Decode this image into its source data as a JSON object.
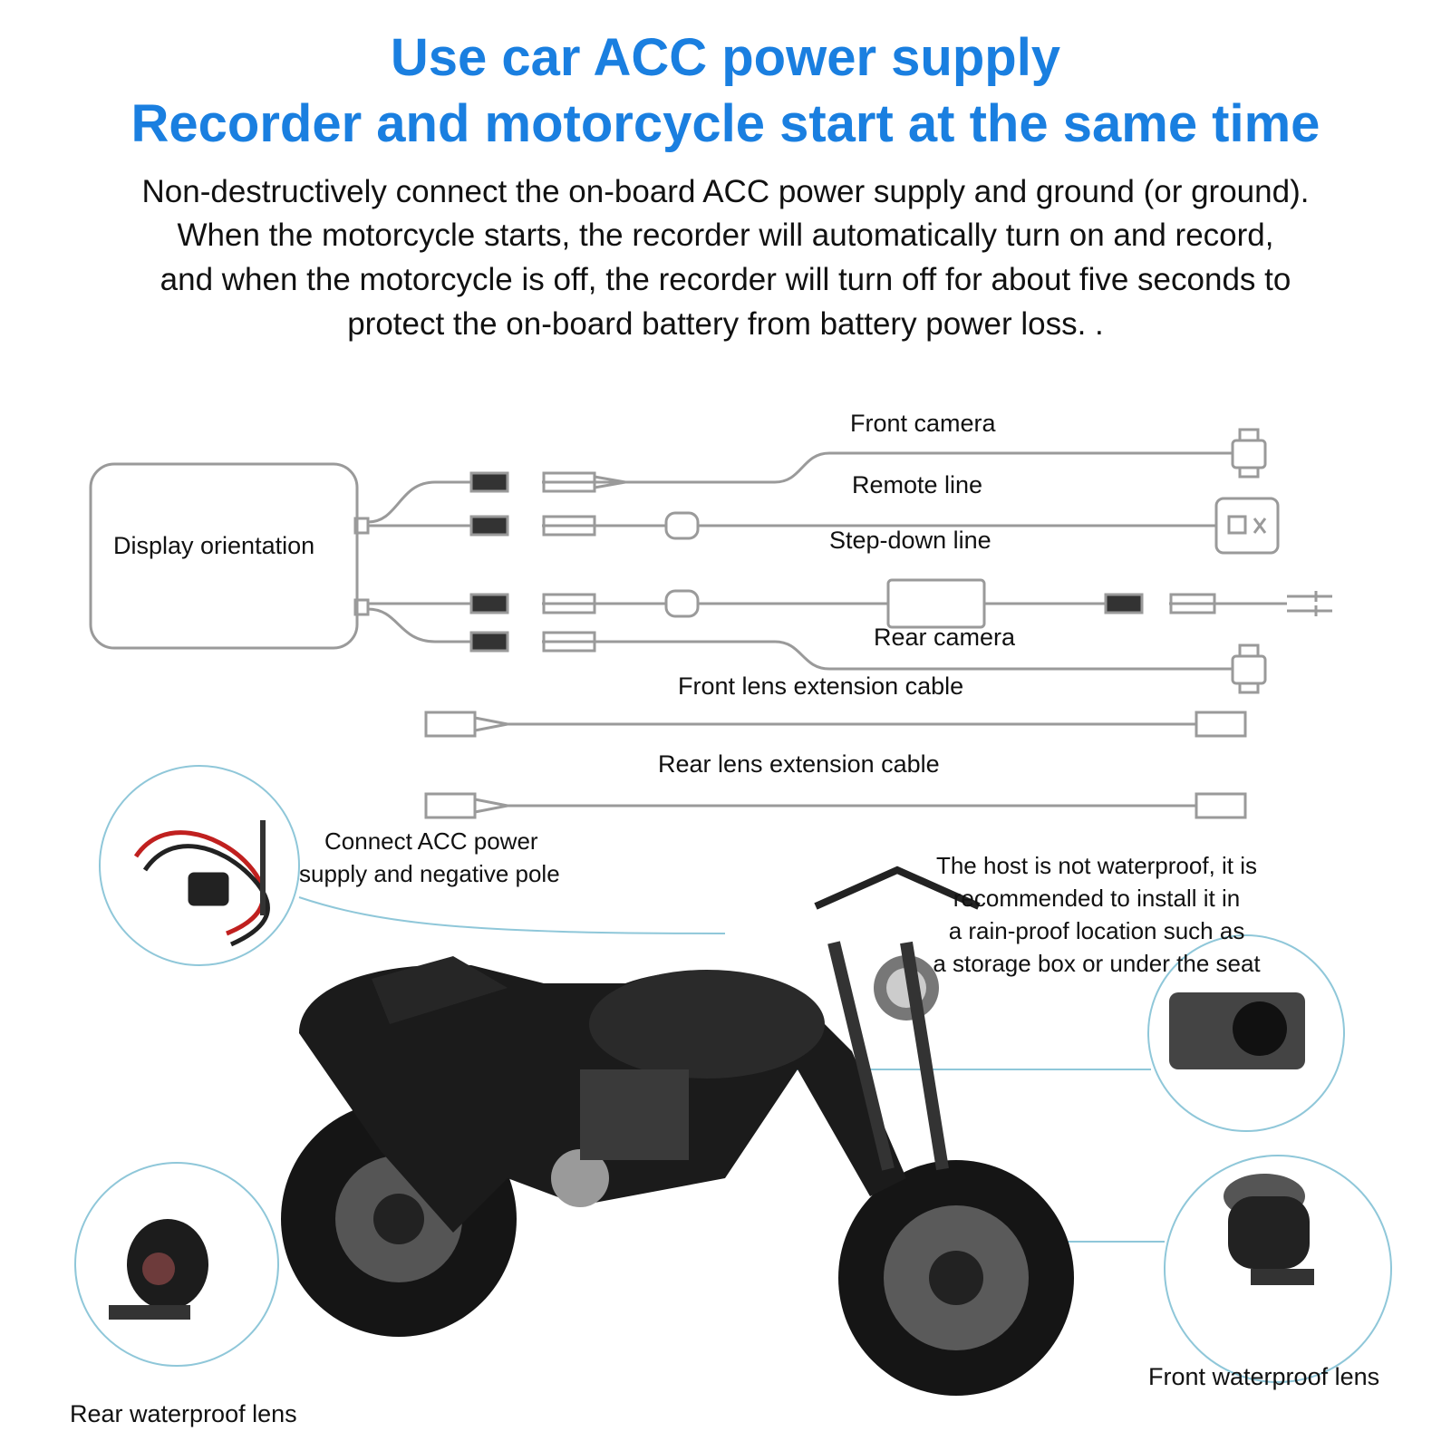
{
  "header": {
    "title_line1": "Use car ACC power supply",
    "title_line2": "Recorder and motorcycle start at the same time",
    "desc_lines": [
      "Non-destructively connect the on-board ACC power supply and ground (or ground).",
      "When the motorcycle starts, the recorder will automatically turn on and record,",
      "and when the motorcycle is off, the recorder will turn off for about five seconds to",
      "protect the on-board battery from battery power loss. ."
    ],
    "title_color": "#1a7fe0"
  },
  "wiring": {
    "display_label": "Display orientation",
    "front_camera": "Front camera",
    "remote_line": "Remote line",
    "step_down_line": "Step-down line",
    "rear_camera": "Rear camera",
    "front_ext": "Front lens extension cable",
    "rear_ext": "Rear lens extension cable"
  },
  "install": {
    "acc_line1": "Connect ACC power",
    "acc_line2": "supply and negative pole",
    "host_note": [
      "The host is not waterproof, it is",
      "recommended to install it in",
      "a rain-proof location such as",
      "a storage box or under the seat"
    ],
    "front_lens": "Front waterproof lens",
    "rear_lens": "Rear waterproof lens"
  }
}
